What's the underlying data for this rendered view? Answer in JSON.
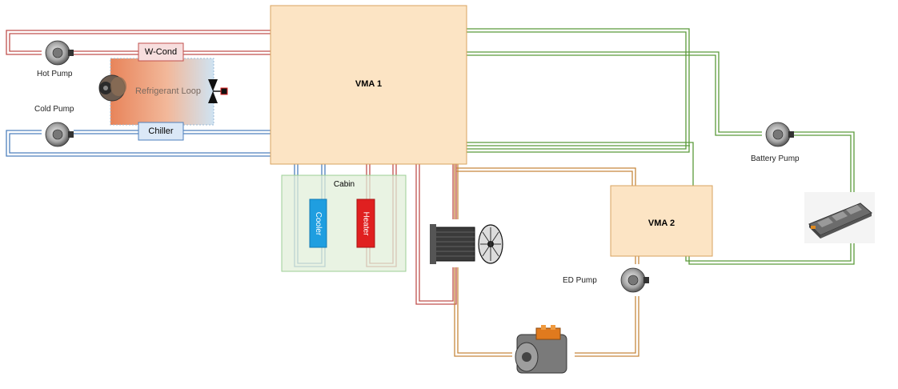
{
  "labels": {
    "vma1": "VMA 1",
    "vma2": "VMA 2",
    "w_cond": "W-Cond",
    "chiller": "Chiller",
    "refrigerant_loop": "Refrigerant Loop",
    "cabin": "Cabin",
    "cooler": "Cooler",
    "heater": "Heater",
    "hot_pump": "Hot Pump",
    "cold_pump": "Cold Pump",
    "battery_pump": "Battery Pump",
    "ed_pump": "ED Pump"
  },
  "colors": {
    "hot": "#c0504d",
    "cold": "#4f81bd",
    "green": "#5b9a3a",
    "orange": "#c7883e",
    "vma_fill": "#fce4c4",
    "vma_border": "#d9a35f",
    "cabin_fill": "#e2efda",
    "cooler": "#1f9ee0",
    "heater": "#e02020"
  },
  "icons": {
    "pump": "pump-icon",
    "compressor": "compressor-icon",
    "expansion_valve": "expansion-valve-icon",
    "radiator": "radiator-fan-icon",
    "battery": "battery-pack-icon",
    "motor": "electric-drive-motor-icon"
  }
}
